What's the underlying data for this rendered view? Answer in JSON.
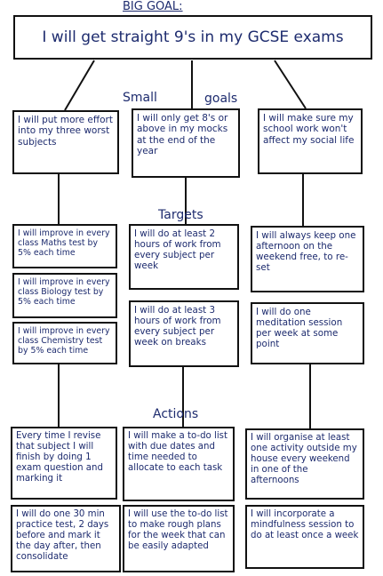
{
  "big_goal": {
    "heading": "BIG GOAL:",
    "text": "I will get straight 9's in my GCSE exams"
  },
  "section_labels": {
    "small_goals_1": "Small",
    "small_goals_2": "goals",
    "targets": "Targets",
    "actions": "Actions"
  },
  "small_goals": [
    "I will put more effort into my three worst subjects",
    "I will only get 8's or above in my mocks at the end of the year",
    "I will make sure my school work won't affect my social life"
  ],
  "targets": {
    "col1": [
      "I will improve in every class Maths test by 5% each time",
      "I will improve in every class Biology test by 5% each time",
      "I will improve in every class Chemistry test by 5% each time"
    ],
    "col2": [
      "I will do at least 2 hours of work from every subject per week",
      "I will do at least 3 hours of work from every subject per week on breaks"
    ],
    "col3": [
      "I will always keep one afternoon on the weekend free, to re-set",
      "I will do one meditation session per week at some point"
    ]
  },
  "actions": {
    "row1": [
      "Every time I revise that subject I will finish by doing 1 exam question and marking it",
      "I will make a to-do list with due dates and time needed to allocate to each task",
      "I will organise at least one activity outside my house every weekend in one of the afternoons"
    ],
    "row2": [
      "I will do one 30 min practice test, 2 days before and mark it the day after, then consolidate",
      "I will use the to-do list to make rough plans for the week that can be easily adapted",
      "I will incorporate a mindfulness session to do at least once a week"
    ]
  }
}
